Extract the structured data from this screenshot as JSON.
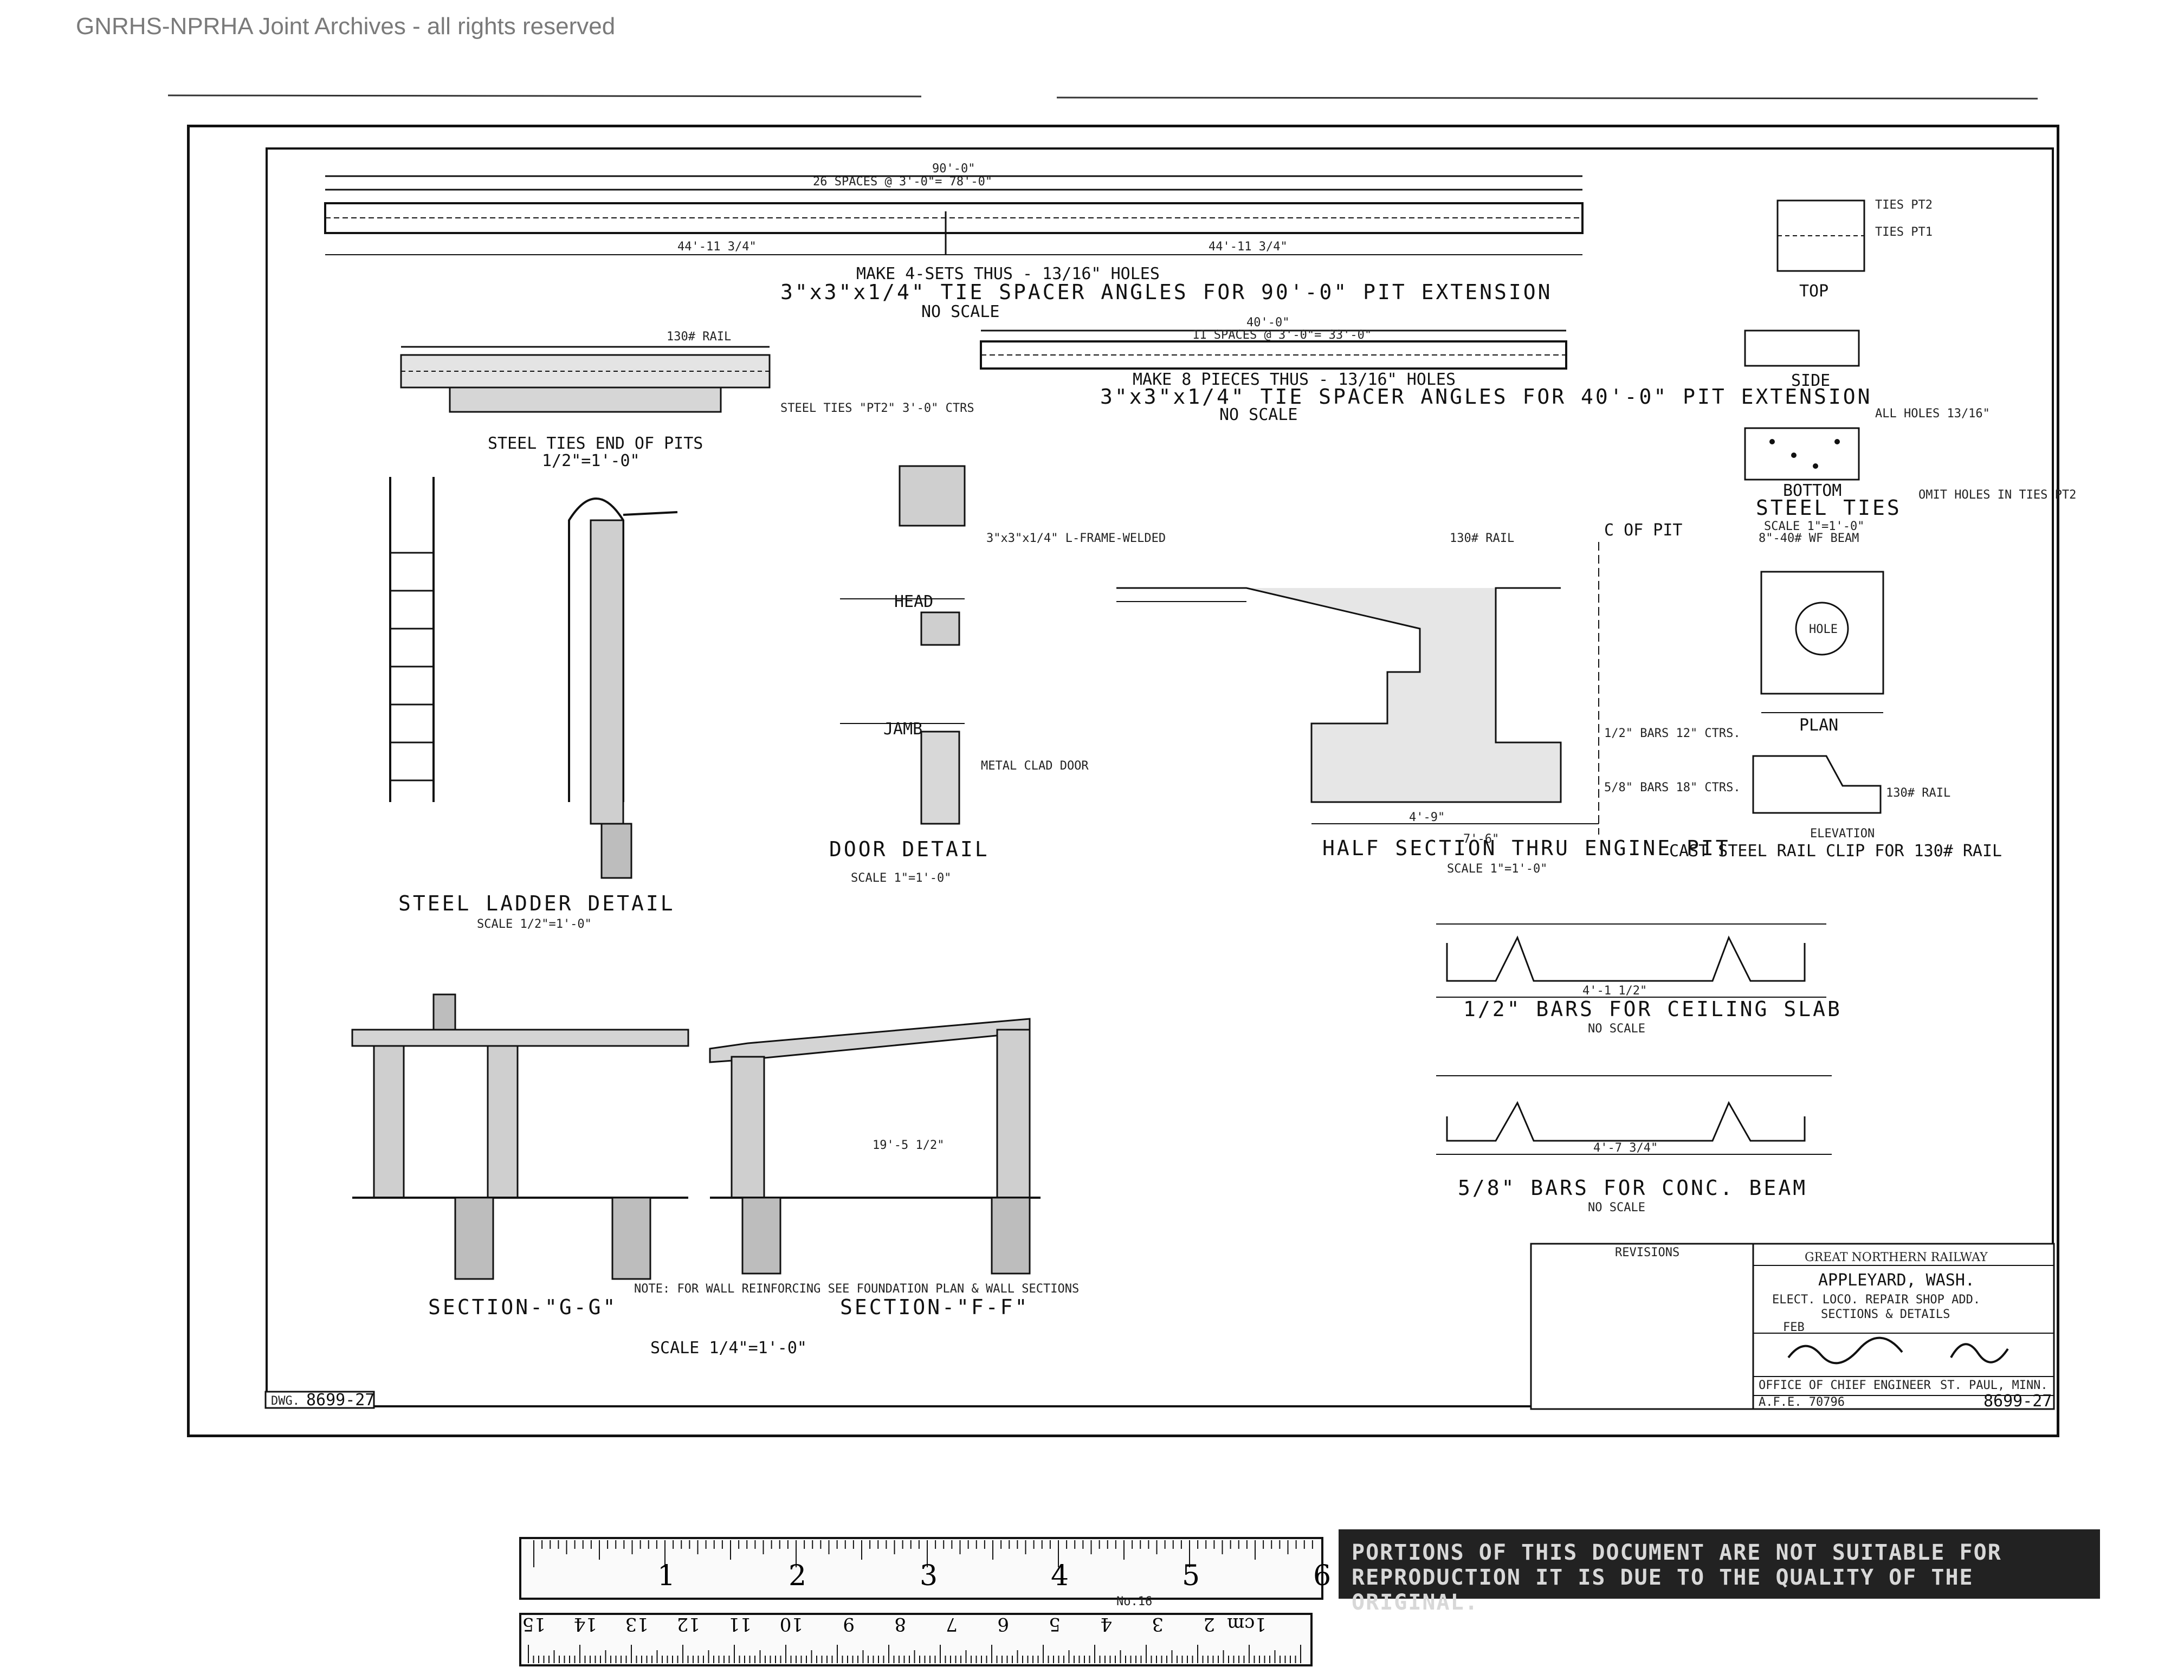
{
  "watermark": "GNRHS-NPRHA Joint Archives - all rights reserved",
  "title_block": {
    "railway": "GREAT NORTHERN RAILWAY",
    "location": "APPLEYARD, WASH.",
    "line1": "ELECT. LOCO. REPAIR SHOP ADD.",
    "line2": "SECTIONS & DETAILS",
    "office": "OFFICE OF CHIEF ENGINEER",
    "city": "ST. PAUL, MINN.",
    "afe": "A.F.E. 70796",
    "date": "FEB",
    "drawing_no": "8699-27"
  },
  "revisions_header": "REVISIONS",
  "drawing_no_left": "8699-27",
  "views": {
    "tie_spacer_1": "3\"x3\"x1/4\" TIE SPACER ANGLES FOR 90'-0\" PIT EXTENSION",
    "tie_spacer_1_note": "MAKE 4-SETS THUS - 13/16\" HOLES",
    "tie_spacer_2": "3\"x3\"x1/4\" TIE SPACER ANGLES FOR 40'-0\" PIT EXTENSION",
    "tie_spacer_2_note": "MAKE 8 PIECES THUS - 13/16\" HOLES",
    "no_scale": "NO SCALE",
    "steel_ties_end": "STEEL TIES END OF PITS",
    "steel_ties_end_scale": "1/2\"=1'-0\"",
    "steel_ties": "STEEL TIES",
    "steel_ties_scale": "SCALE 1\"=1'-0\"",
    "steel_ties_beam": "8\"-40# WF BEAM",
    "top": "TOP",
    "side": "SIDE",
    "bottom": "BOTTOM",
    "plan": "PLAN",
    "elevation": "ELEVATION",
    "rail_clip": "CAST STEEL RAIL CLIP FOR 130# RAIL",
    "ladder": "STEEL LADDER DETAIL",
    "ladder_scale": "SCALE 1/2\"=1'-0\"",
    "door": "DOOR DETAIL",
    "door_scale": "SCALE 1\"=1'-0\"",
    "head": "HEAD",
    "jamb": "JAMB",
    "half_section": "HALF SECTION THRU ENGINE PIT",
    "half_section_scale": "SCALE 1\"=1'-0\"",
    "ceiling_bars": "1/2\" BARS FOR CEILING SLAB",
    "beam_bars": "5/8\" BARS FOR CONC. BEAM",
    "section_g": "SECTION-\"G-G\"",
    "section_f": "SECTION-\"F-F\"",
    "sections_scale": "SCALE 1/4\"=1'-0\"",
    "note": "NOTE: FOR WALL REINFORCING SEE FOUNDATION PLAN & WALL SECTIONS",
    "center_pit": "C OF PIT",
    "rail": "130# RAIL"
  },
  "ruler": {
    "inches": [
      "1",
      "2",
      "3",
      "4",
      "5",
      "6"
    ],
    "cm": [
      "1cm",
      "2",
      "3",
      "4",
      "5",
      "6",
      "7",
      "8",
      "9",
      "10",
      "11",
      "12",
      "13",
      "14",
      "15"
    ],
    "model": "No.16"
  },
  "notice": "PORTIONS OF THIS DOCUMENT ARE NOT SUITABLE FOR REPRODUCTION IT IS DUE TO THE QUALITY OF THE ORIGINAL."
}
